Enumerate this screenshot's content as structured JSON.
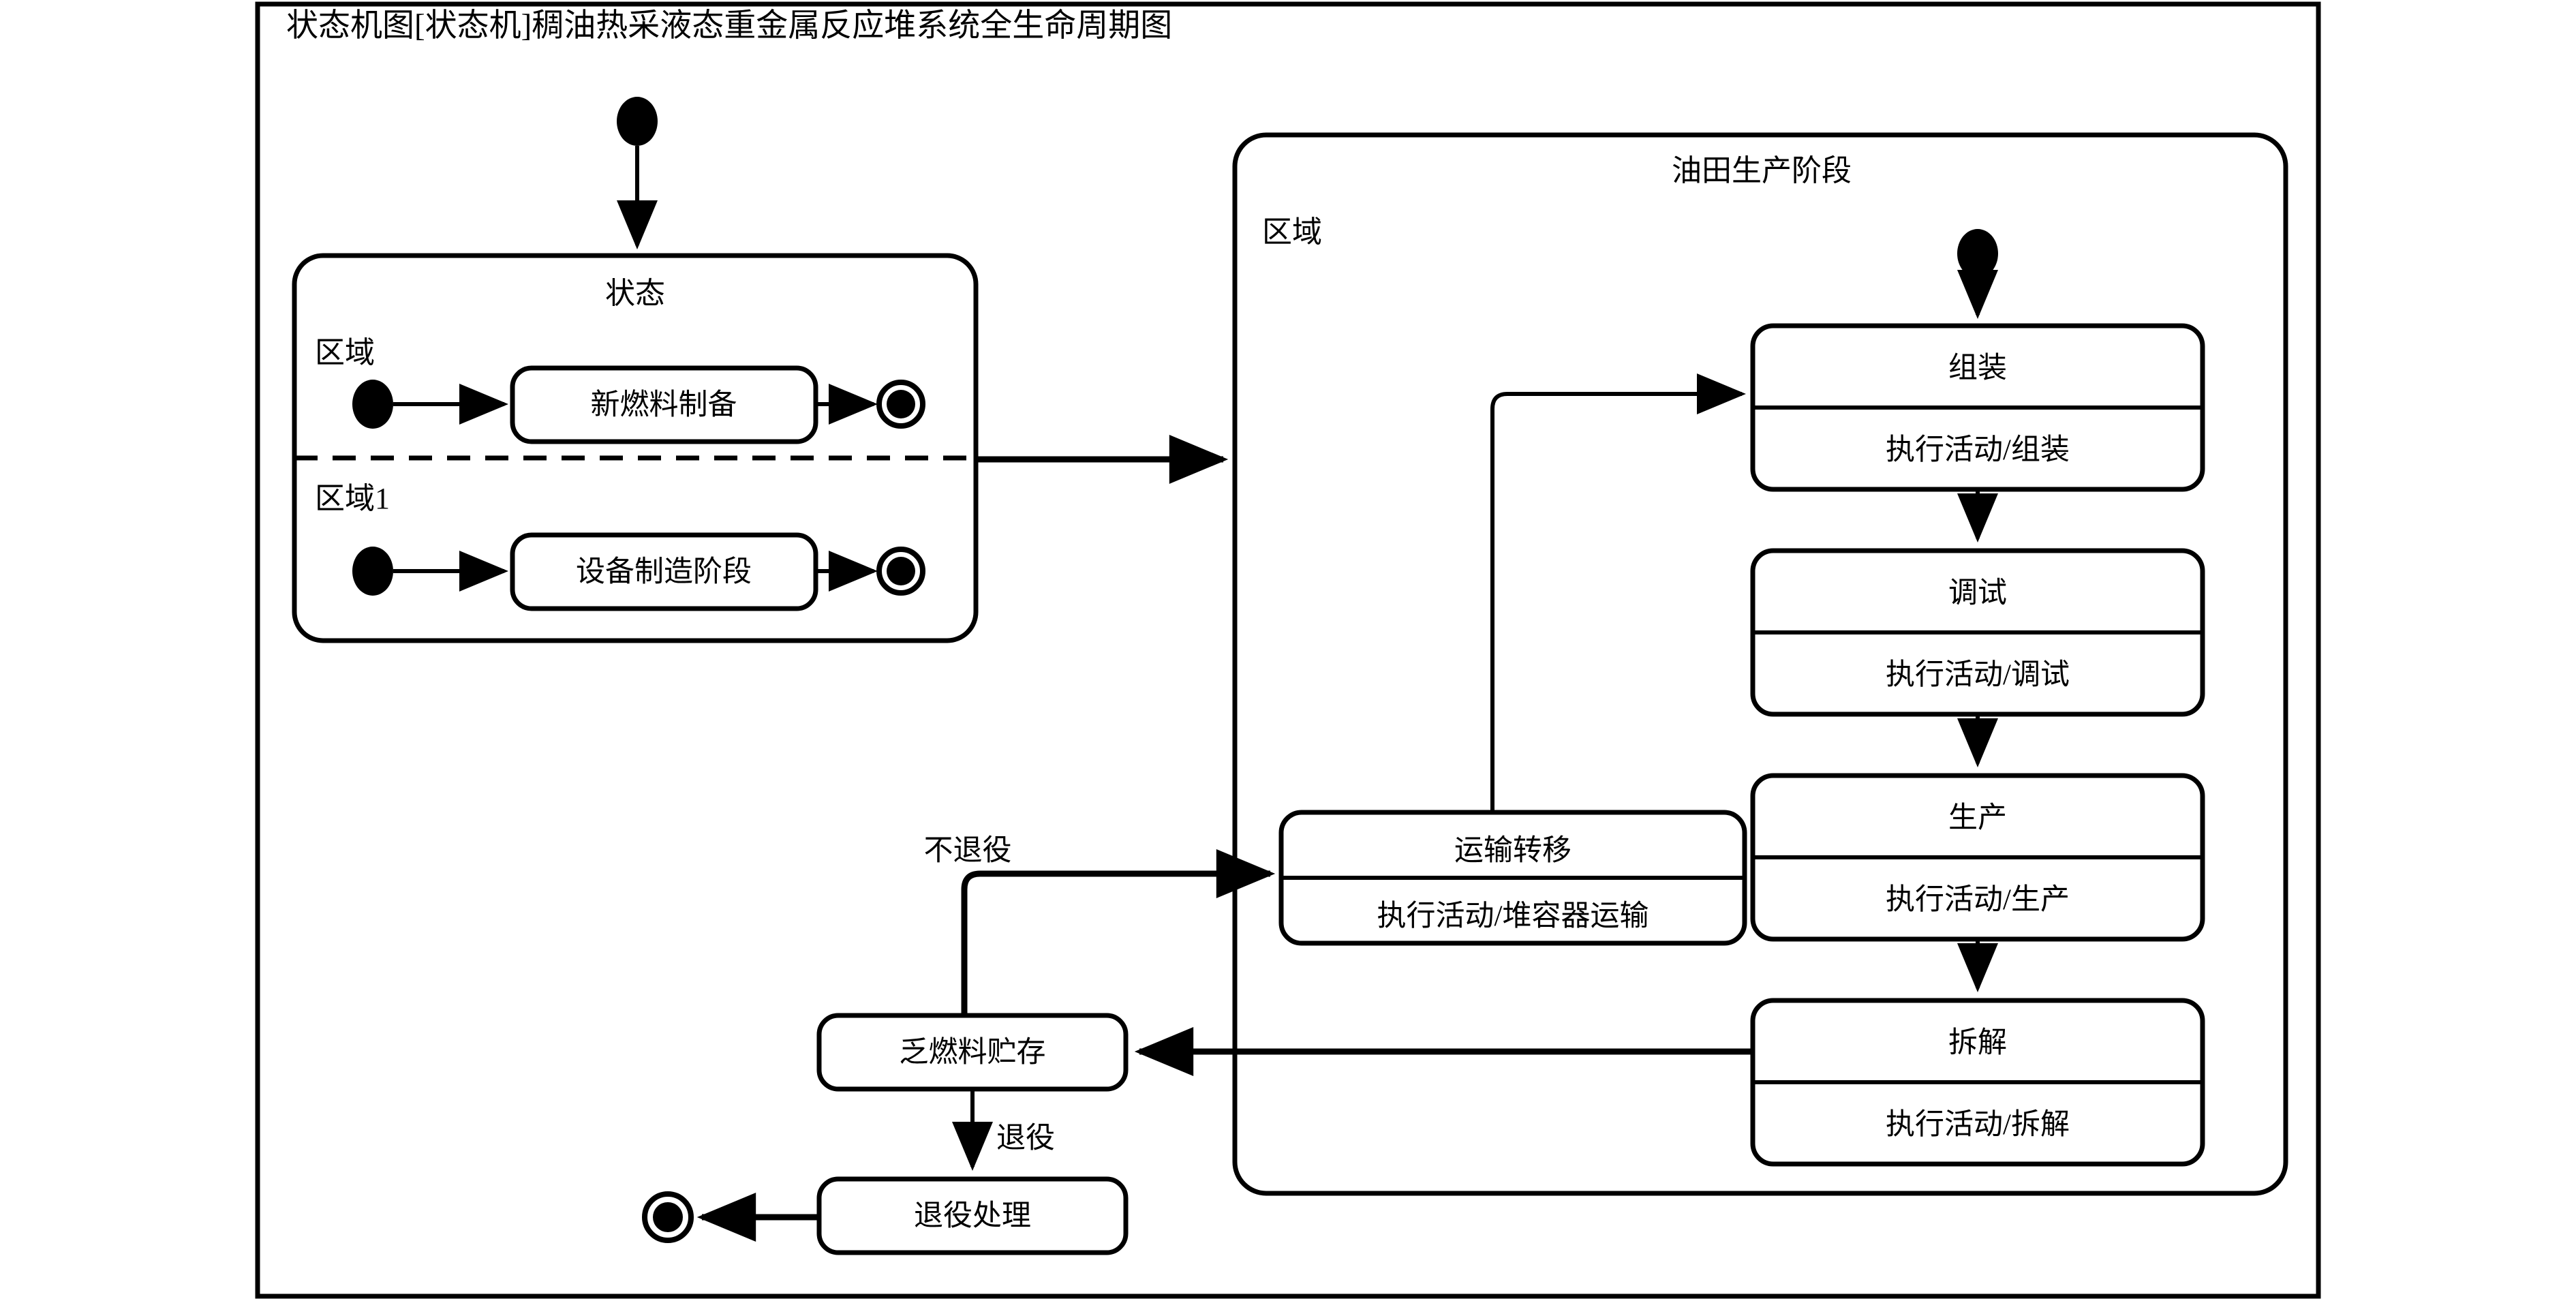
{
  "diagram": {
    "title": "状态机图[状态机]稠油热采液态重金属反应堆系统全生命周期图",
    "type": "uml-state-machine"
  },
  "composite_states": [
    {
      "id": "fabrication",
      "name": "状态",
      "regions": [
        {
          "label": "区域",
          "initial": "initial-node",
          "state": "新燃料制备",
          "final": "final-node"
        },
        {
          "label": "区域1",
          "initial": "initial-node",
          "state": "设备制造阶段",
          "final": "final-node"
        }
      ]
    },
    {
      "id": "oilfield",
      "name": "油田生产阶段",
      "regions": [
        {
          "label": "区域",
          "initial": "initial-node"
        }
      ],
      "states": [
        {
          "id": "assemble",
          "name": "组装",
          "activity": "执行活动/组装"
        },
        {
          "id": "commission",
          "name": "调试",
          "activity": "执行活动/调试"
        },
        {
          "id": "produce",
          "name": "生产",
          "activity": "执行活动/生产"
        },
        {
          "id": "dismantle",
          "name": "拆解",
          "activity": "执行活动/拆解"
        },
        {
          "id": "transport",
          "name": "运输转移",
          "activity": "执行活动/堆容器运输"
        }
      ]
    }
  ],
  "simple_states": [
    {
      "id": "spentfuel",
      "name": "乏燃料贮存"
    },
    {
      "id": "decommission",
      "name": "退役处理"
    }
  ],
  "transition_labels": {
    "not_retire": "不退役",
    "retire": "退役"
  },
  "nodes": {
    "initial_top": "initial-node",
    "final_bottom": "final-node"
  },
  "colors": {
    "stroke": "#000000",
    "fill": "#ffffff"
  }
}
